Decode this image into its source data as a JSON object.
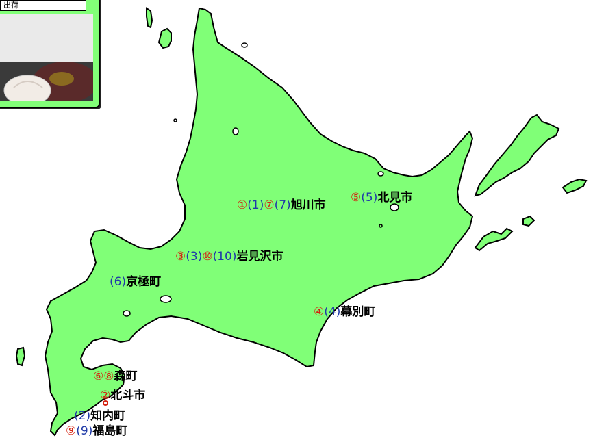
{
  "photo_card": {
    "caption": "出荷",
    "image": "scallop-photo"
  },
  "colors": {
    "land": "#80ff77",
    "coast": "#000000",
    "red_rank": "#d4210f",
    "blue_rank": "#1f3aa8"
  },
  "labels": [
    {
      "id": "asahikawa",
      "red": "①",
      "blue": "(1)",
      "red2": "⑦",
      "blue2": "(7)",
      "name": "旭川市"
    },
    {
      "id": "kitami",
      "red": "⑤",
      "blue": "(5)",
      "name": "北見市"
    },
    {
      "id": "iwamizawa",
      "red": "③",
      "blue": "(3)",
      "red2": "⑩",
      "blue2": "(10)",
      "name": "岩見沢市"
    },
    {
      "id": "kyogoku",
      "blue": "(6)",
      "name": "京極町"
    },
    {
      "id": "makubetsu",
      "red": "④",
      "blue": "(4)",
      "name": "幕別町"
    },
    {
      "id": "mori",
      "red": "⑥",
      "red2": "⑧",
      "name": "森町"
    },
    {
      "id": "hokuto",
      "red": "②",
      "name": "北斗市"
    },
    {
      "id": "shiriuchi",
      "blue": "(2)",
      "name": "知内町"
    },
    {
      "id": "fukushima",
      "red": "⑨",
      "blue": "(9)",
      "name": "福島町"
    }
  ]
}
